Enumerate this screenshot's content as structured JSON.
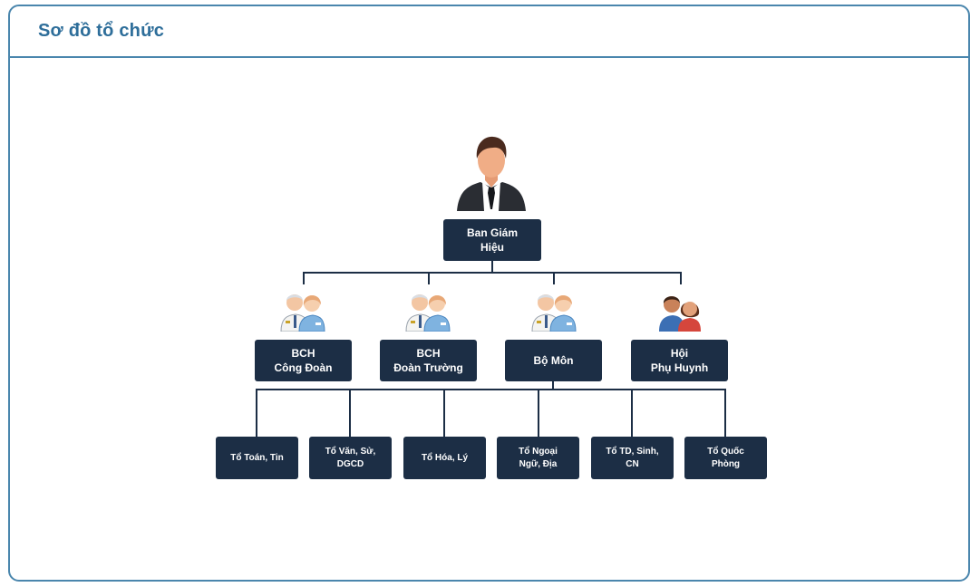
{
  "header": {
    "title": "Sơ đồ tổ chức"
  },
  "org_chart": {
    "root": {
      "label": "Ban Giám\nHiệu",
      "icon": "manager-icon"
    },
    "level2": [
      {
        "label": "BCH\nCông Đoàn",
        "icon": "staff-pair-icon"
      },
      {
        "label": "BCH\nĐoàn Trường",
        "icon": "staff-pair-icon"
      },
      {
        "label": "Bộ Môn",
        "icon": "staff-pair-icon"
      },
      {
        "label": "Hội\nPhụ Huynh",
        "icon": "parents-icon"
      }
    ],
    "level3": [
      {
        "label": "Tổ Toán, Tin"
      },
      {
        "label": "Tổ Văn, Sử,\nDGCD"
      },
      {
        "label": "Tổ Hóa, Lý"
      },
      {
        "label": "Tổ Ngoại\nNgữ, Địa"
      },
      {
        "label": "Tổ TD, Sinh,\nCN"
      },
      {
        "label": "Tổ Quốc\nPhòng"
      }
    ]
  },
  "colors": {
    "frame": "#4a86ad",
    "title": "#2e6e9a",
    "node_bg": "#1c2e45",
    "node_text": "#ffffff"
  }
}
